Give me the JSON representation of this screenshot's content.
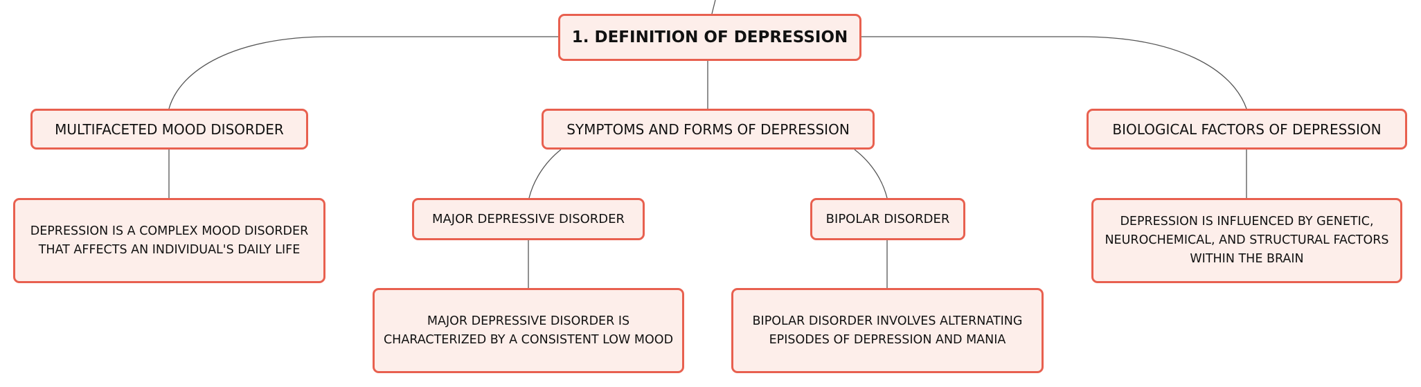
{
  "colors": {
    "node_fill": "#fdeeea",
    "node_border": "#e8604f",
    "connector": "#555555",
    "text": "#111111"
  },
  "map": {
    "root": {
      "label": "1. DEFINITION OF DEPRESSION"
    },
    "branches": {
      "mood": {
        "label": "MULTIFACETED MOOD DISORDER",
        "description": "DEPRESSION IS A COMPLEX MOOD DISORDER THAT AFFECTS AN INDIVIDUAL'S DAILY LIFE"
      },
      "symptoms": {
        "label": "SYMPTOMS AND FORMS OF DEPRESSION",
        "children": {
          "mdd": {
            "label": "MAJOR DEPRESSIVE DISORDER",
            "description": "MAJOR DEPRESSIVE DISORDER IS CHARACTERIZED BY A CONSISTENT LOW MOOD"
          },
          "bipolar": {
            "label": "BIPOLAR DISORDER",
            "description": "BIPOLAR DISORDER INVOLVES ALTERNATING EPISODES OF DEPRESSION AND MANIA"
          }
        }
      },
      "bio": {
        "label": "BIOLOGICAL FACTORS OF DEPRESSION",
        "description": "DEPRESSION IS INFLUENCED BY GENETIC, NEUROCHEMICAL, AND STRUCTURAL FACTORS WITHIN THE BRAIN"
      }
    }
  }
}
